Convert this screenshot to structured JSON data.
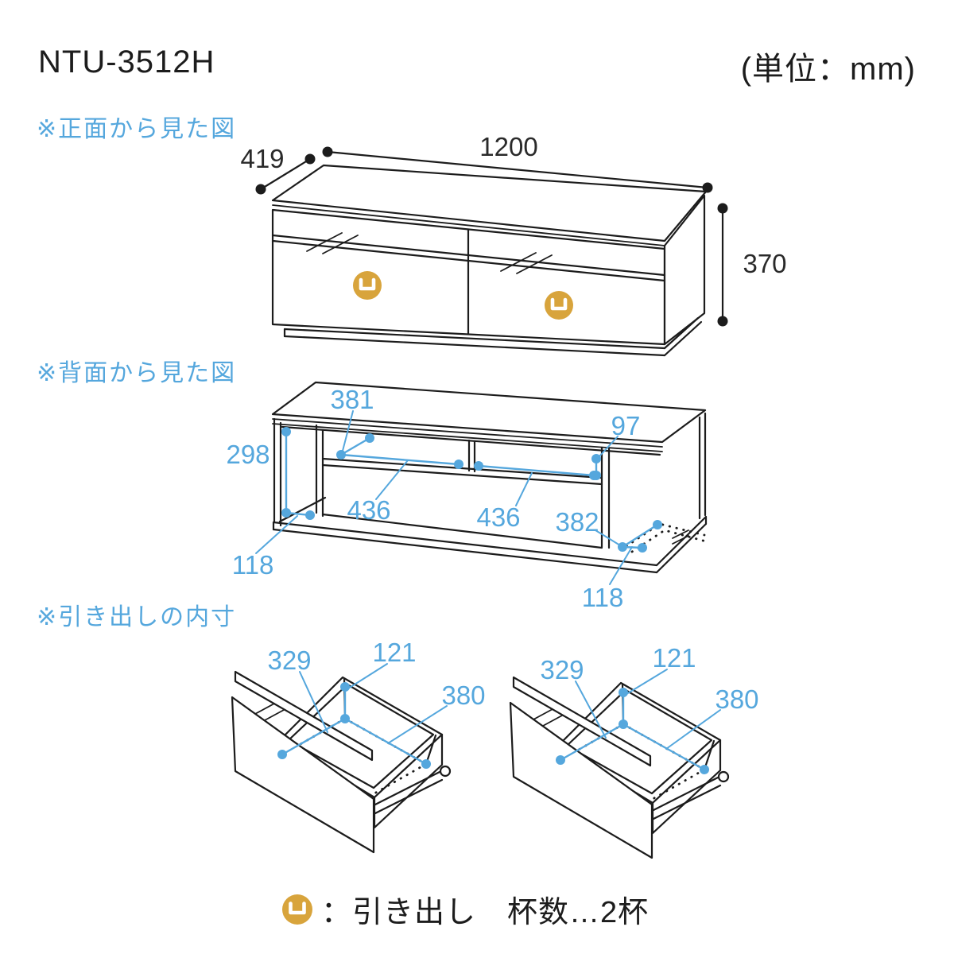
{
  "page": {
    "title": "NTU-3512H",
    "unit_note": "(単位：mm)"
  },
  "colors": {
    "accent_blue": "#55a7dd",
    "gold": "#d8a43c",
    "line_black": "#1c1c1c"
  },
  "sections": {
    "front": {
      "label": "※正面から見た図",
      "dims": {
        "width": "1200",
        "depth": "419",
        "height": "370"
      }
    },
    "rear": {
      "label": "※背面から見た図",
      "dims": {
        "top_depth": "381",
        "inner_height": "298",
        "shelf_space": "97",
        "left_opening": "436",
        "right_opening": "436",
        "side_depth": "382",
        "left_gap": "118",
        "right_gap": "118"
      }
    },
    "drawer": {
      "label": "※引き出しの内寸",
      "left": {
        "width": "329",
        "height": "121",
        "depth": "380"
      },
      "right": {
        "width": "329",
        "height": "121",
        "depth": "380"
      }
    }
  },
  "legend": {
    "icon": "drawer-icon",
    "text": "：引き出し　杯数…2杯"
  }
}
